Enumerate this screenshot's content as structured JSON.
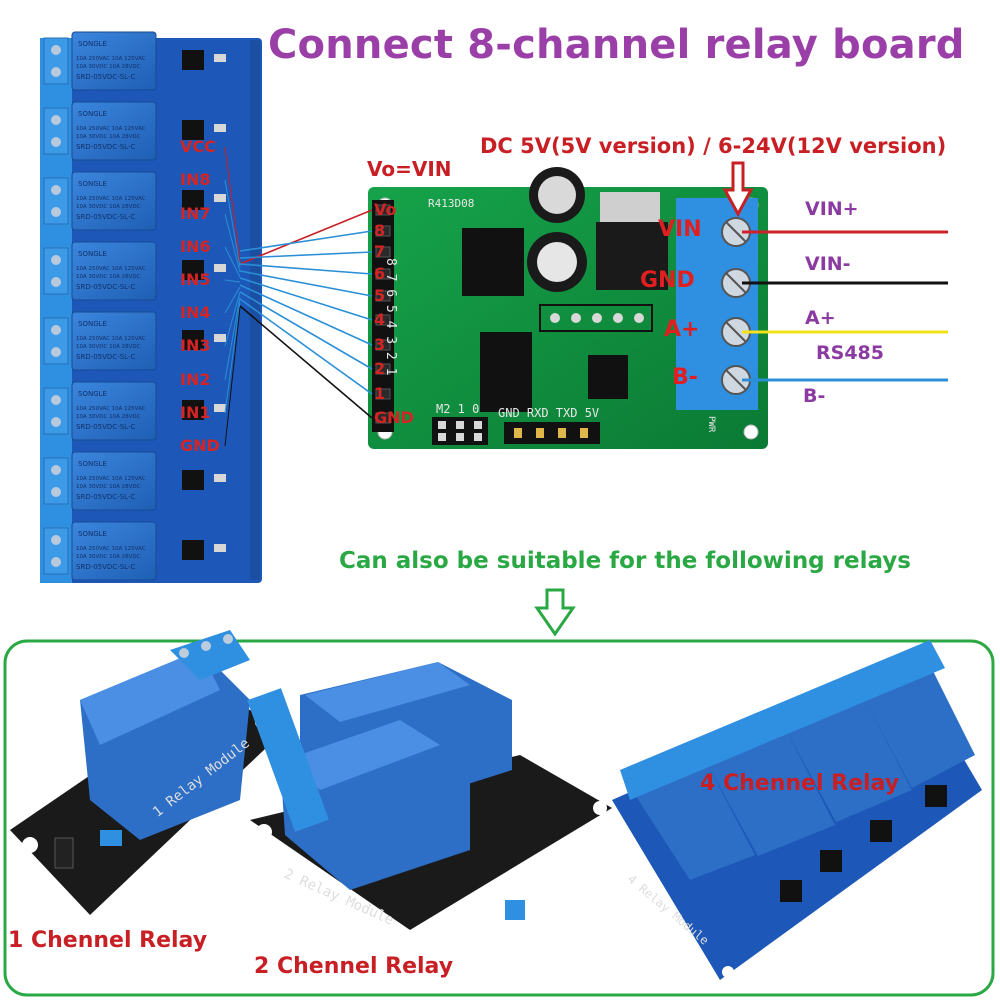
{
  "title": "Connect 8-channel relay board",
  "power_note": "DC 5V(5V version) / 6-24V(12V version)",
  "vo_note": "Vo=VIN",
  "suitable_note": "Can also be suitable for the following relays",
  "relay_board_pins": [
    "VCC",
    "IN8",
    "IN7",
    "IN6",
    "IN5",
    "IN4",
    "IN3",
    "IN2",
    "IN1",
    "GND"
  ],
  "controller_header": [
    "Vo",
    "8",
    "7",
    "6",
    "5",
    "4",
    "3",
    "2",
    "1",
    "GND"
  ],
  "controller_silk": {
    "model": "R413D08",
    "row": "8 7 6 5 4 3 2 1",
    "bottom": "M2 1 0",
    "uart": "GND RXD TXD 5V",
    "pwr": "PWR"
  },
  "terminals": [
    {
      "label": "VIN",
      "signal": "VIN+",
      "wire_color": "#d0202a"
    },
    {
      "label": "GND",
      "signal": "VIN-",
      "wire_color": "#111111"
    },
    {
      "label": "A+",
      "signal": "A+",
      "wire_color": "#f2e21a"
    },
    {
      "label": "B-",
      "signal": "B-",
      "wire_color": "#2a8fd6"
    }
  ],
  "rs485_label": "RS485",
  "relay_text": {
    "brand": "SONGLE",
    "spec1": "10A 250VAC 10A 125VAC",
    "spec2": "10A 30VDC 10A 28VDC",
    "model": "SRD-05VDC-SL-C"
  },
  "examples": [
    {
      "caption": "1 Chennel Relay",
      "module_label": "1 Relay Module"
    },
    {
      "caption": "2 Chennel Relay",
      "module_label": "2 Relay Module"
    },
    {
      "caption": "4 Chennel Relay",
      "module_label": "4 Relay Module"
    }
  ],
  "colors": {
    "title": "#9b3fa8",
    "accent_red": "#c81f25",
    "green_frame": "#2aa844",
    "relay_blue": "#2d6fc7",
    "pcb_green": "#0f8a3c"
  }
}
